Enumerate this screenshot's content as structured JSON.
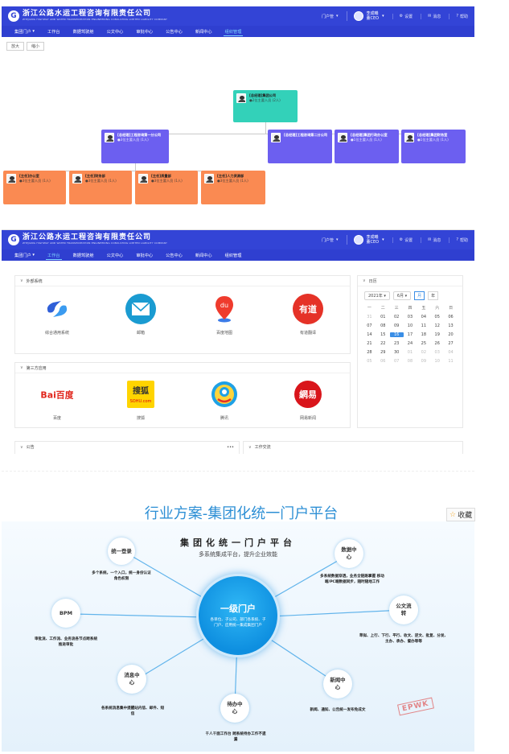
{
  "company": {
    "name_cn": "浙江公路水运工程咨询有限责任公司",
    "name_en": "ZHEJIANG HIGHWAY AND WATER TRANSPORTATION ENGINEERING CONSULTING LIMITED LIABILITY COMPANY"
  },
  "topbar": {
    "portal_select": "门户管",
    "user_name": "李成曦",
    "user_role": "董CEO",
    "settings_label": "设置",
    "message_label": "消息",
    "help_label": "帮助"
  },
  "nav": [
    "集团门户",
    "工作台",
    "数据驾驶舱",
    "公文中心",
    "审批中心",
    "公告中心",
    "新闻中心",
    "组织管理"
  ],
  "org": {
    "zoom_in": "放大",
    "zoom_out": "缩小",
    "root": {
      "title": "[总经理]集团公司",
      "sub": "●2位主要人员 (2人)"
    },
    "level2": [
      {
        "title": "[总经理]工程咨询第一分公司",
        "sub": "●3位主要人员 (1人)"
      },
      {
        "title": "[总经理]工程咨询第二分公司",
        "sub": ""
      },
      {
        "title": "[总经理]集团行政办公室",
        "sub": "●1位主要人员 (1人)"
      },
      {
        "title": "[总经理]集团财务室",
        "sub": "●1位主要人员 (1人)"
      }
    ],
    "level3": [
      {
        "title": "[主任]办公室",
        "sub": "●3位主要人员 (1人)"
      },
      {
        "title": "[主任]财务部",
        "sub": "●3位主要人员 (1人)"
      },
      {
        "title": "[主任]质量部",
        "sub": "●3位主要人员 (1人)"
      },
      {
        "title": "[主任]人力资源部",
        "sub": "●3位主要人员 (1人)"
      }
    ]
  },
  "portal": {
    "external_title": "外部系统",
    "external_apps": [
      {
        "label": "综合通用系统",
        "icon": "link-logo-icon"
      },
      {
        "label": "邮箱",
        "icon": "mail-icon"
      },
      {
        "label": "百度地图",
        "icon": "map-pin-icon"
      },
      {
        "label": "有道翻译",
        "icon": "youdao-icon"
      }
    ],
    "third_title": "第三方应用",
    "third_apps": [
      {
        "label": "百度",
        "logo": "Bai百度",
        "icon": "baidu-logo-icon"
      },
      {
        "label": "搜狐",
        "logo": "搜狐",
        "logo2": "SOHU.com",
        "icon": "sohu-logo-icon"
      },
      {
        "label": "腾讯",
        "icon": "qq-logo-icon"
      },
      {
        "label": "网易新闻",
        "logo": "網易",
        "icon": "netease-logo-icon"
      }
    ],
    "notice_title": "公告",
    "work_title": "工作交流",
    "calendar": {
      "title": "日历",
      "year": "2021年",
      "month": "6月",
      "view_month": "月",
      "view_year": "年",
      "weekdays": [
        "一",
        "二",
        "三",
        "四",
        "五",
        "六",
        "日"
      ],
      "days": [
        "31",
        "01",
        "02",
        "03",
        "04",
        "05",
        "06",
        "07",
        "08",
        "09",
        "10",
        "11",
        "12",
        "13",
        "14",
        "15",
        "16",
        "17",
        "18",
        "19",
        "20",
        "21",
        "22",
        "23",
        "24",
        "25",
        "26",
        "27",
        "28",
        "29",
        "30",
        "01",
        "02",
        "03",
        "04",
        "05",
        "06",
        "07",
        "08",
        "09",
        "10",
        "11"
      ],
      "today": "16"
    }
  },
  "hero": {
    "title": "行业方案-集团化统一门户平台",
    "favorite": "收藏",
    "heading": "集团化统一门户平台",
    "tagline": "多系统集成平台，提升企业效能",
    "center_title": "一级门户",
    "center_desc": "各单位、子公司、部门各系统、子门户、应用统一集成集团门户",
    "nodes": {
      "sso": {
        "label": "统一登录",
        "desc": "多个系统，一个入口，统一身份认证角色权限"
      },
      "bpm": {
        "label": "BPM",
        "desc": "审批流、工作流、业务流各节点跨系统推进审批"
      },
      "msg": {
        "label": "消息中心",
        "desc": "各系统消息集中提醒站内信、邮件、短信"
      },
      "todo": {
        "label": "待办中心",
        "desc": "千人千面工作台 跨系统待办工作不遗漏"
      },
      "news": {
        "label": "新闻中心",
        "desc": "新闻、通知、公告统一发布免成文"
      },
      "doc": {
        "label": "公文流转",
        "desc": "草拟、上行、下行、平行、收文、逆文、批复、分发、主办、承办、督办等等"
      },
      "data": {
        "label": "数据中心",
        "desc": "多系统数据穿透，业务全链路掌握 移动端/PC端数据同步，随时随地工作"
      }
    },
    "watermark": "EPWK"
  }
}
